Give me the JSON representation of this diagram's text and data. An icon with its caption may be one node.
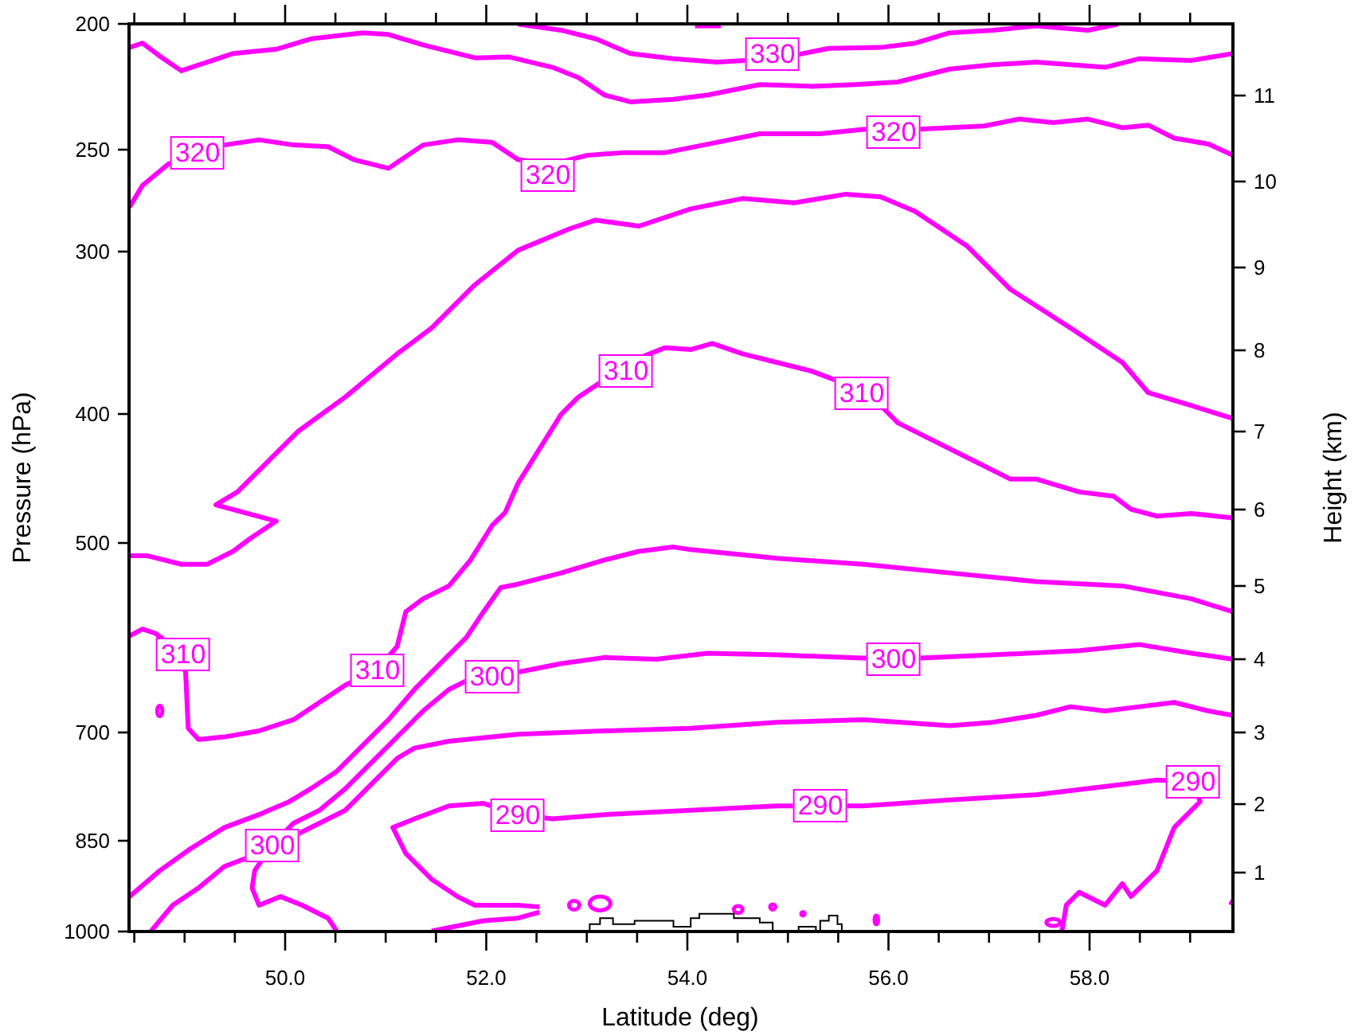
{
  "diagram": {
    "nodes": [
      {
        "text": [
          "330"
        ]
      },
      {
        "text": [
          "320"
        ]
      },
      {
        "text": [
          "320"
        ]
      },
      {
        "text": [
          "320"
        ]
      },
      {
        "text": [
          "310"
        ]
      },
      {
        "text": [
          "310"
        ]
      },
      {
        "text": [
          "310"
        ]
      },
      {
        "text": [
          "300"
        ]
      },
      {
        "text": [
          "310"
        ]
      },
      {
        "text": [
          "300"
        ]
      },
      {
        "text": [
          "290"
        ]
      },
      {
        "text": [
          "290"
        ]
      },
      {
        "text": [
          "290"
        ]
      },
      {
        "text": [
          "300"
        ]
      }
    ],
    "labels": [
      "200",
      "250",
      "300",
      "400",
      "500",
      "700",
      "850",
      "1000",
      "11",
      "10",
      "9",
      "8",
      "7",
      "6",
      "5",
      "4",
      "3",
      "2",
      "1",
      "50.0",
      "52.0",
      "54.0",
      "56.0",
      "58.0",
      "Pressure (hPa)",
      "Height (km)",
      "Latitude (deg)"
    ]
  }
}
